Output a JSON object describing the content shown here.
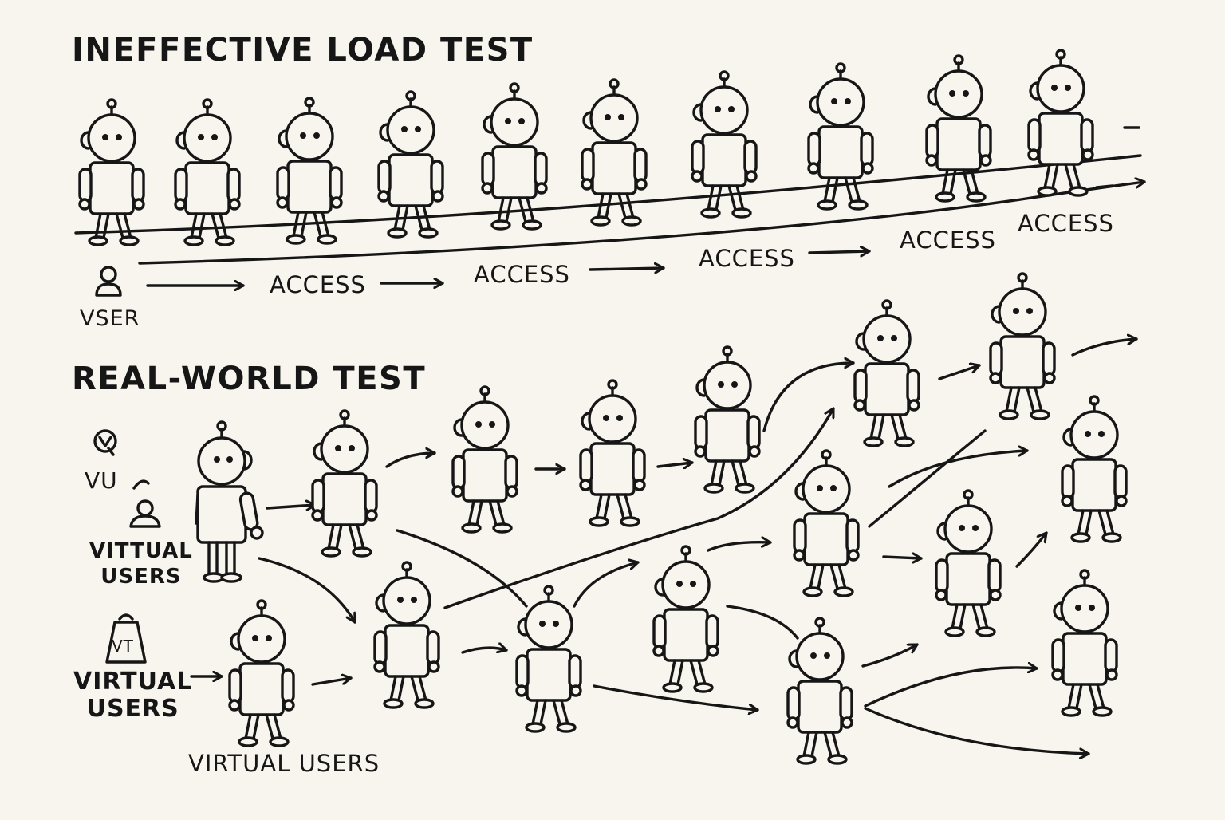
{
  "ineffective": {
    "title": "INEFFECTIVE LOAD TEST",
    "user_label": "VSER",
    "access_labels": [
      "ACCESS",
      "ACCESS",
      "ACCESS",
      "ACCESS",
      "ACCESS"
    ]
  },
  "real_world": {
    "title": "REAL-WORLD TEST",
    "vu_label": "VU",
    "vu_badge": "V",
    "vt_badge": "VT",
    "legend_small": "VITTUAL\nUSERS",
    "legend_big": "VIRTUAL\nUSERS",
    "bottom_label": "VIRTUAL USERS"
  },
  "icons": {
    "user": "person-icon",
    "robot": "robot-icon",
    "weight": "weight-icon",
    "arrow": "arrow-icon"
  }
}
